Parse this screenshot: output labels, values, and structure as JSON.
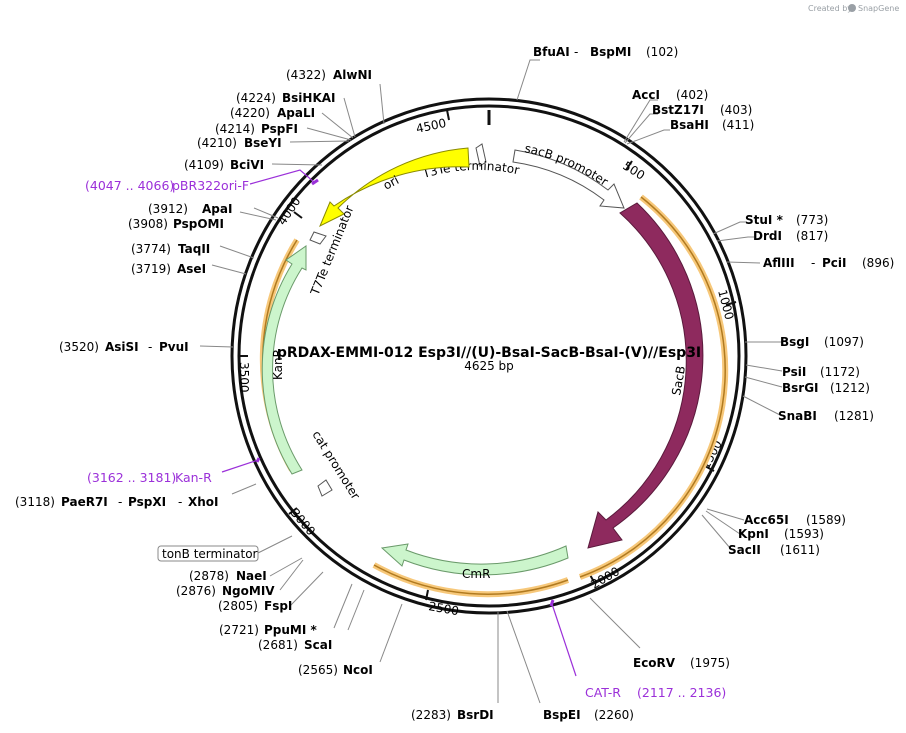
{
  "watermark": {
    "created_by": "Created by",
    "brand": "SnapGene"
  },
  "plasmid": {
    "name": "pRDAX-EMMI-012   Esp3I//(U)-BsaI-SacB-BsaI-(V)//Esp3I",
    "size": "4625 bp"
  },
  "ruler": [
    "500",
    "1000",
    "1500",
    "2000",
    "2500",
    "3000",
    "3500",
    "4000",
    "4500"
  ],
  "features": {
    "ori": "ori",
    "t3te": "T3Te terminator",
    "sacb_promoter": "sacB promoter",
    "sacb": "SacB",
    "cmr": "CmR",
    "cat_promoter": "cat promoter",
    "kanr": "KanR",
    "t7te": "T7Te terminator",
    "tonb": "tonB terminator"
  },
  "primers": [
    {
      "name": "pBR322ori-F",
      "pos": "(4047 .. 4066)"
    },
    {
      "name": "Kan-R",
      "pos": "(3162 .. 3181)"
    },
    {
      "name": "CAT-R",
      "pos": "(2117 .. 2136)"
    }
  ],
  "sites": [
    {
      "name": "BfuAI",
      "name2": "BspMI",
      "pos": "(102)"
    },
    {
      "name": "AccI",
      "pos": "(402)"
    },
    {
      "name": "BstZ17I",
      "pos": "(403)"
    },
    {
      "name": "BsaHI",
      "pos": "(411)"
    },
    {
      "name": "StuI *",
      "pos": "(773)"
    },
    {
      "name": "DrdI",
      "pos": "(817)"
    },
    {
      "name": "AflIII",
      "name2": "PciI",
      "pos": "(896)"
    },
    {
      "name": "BsgI",
      "pos": "(1097)"
    },
    {
      "name": "PsiI",
      "pos": "(1172)"
    },
    {
      "name": "BsrGI",
      "pos": "(1212)"
    },
    {
      "name": "SnaBI",
      "pos": "(1281)"
    },
    {
      "name": "Acc65I",
      "pos": "(1589)"
    },
    {
      "name": "KpnI",
      "pos": "(1593)"
    },
    {
      "name": "SacII",
      "pos": "(1611)"
    },
    {
      "name": "EcoRV",
      "pos": "(1975)"
    },
    {
      "name": "BspEI",
      "pos": "(2260)"
    },
    {
      "name": "BsrDI",
      "pos": "(2283)"
    },
    {
      "name": "NcoI",
      "pos": "(2565)"
    },
    {
      "name": "ScaI",
      "pos": "(2681)"
    },
    {
      "name": "PpuMI *",
      "pos": "(2721)"
    },
    {
      "name": "FspI",
      "pos": "(2805)"
    },
    {
      "name": "NgoMIV",
      "pos": "(2876)"
    },
    {
      "name": "NaeI",
      "pos": "(2878)"
    },
    {
      "name": "PaeR7I",
      "name2": "PspXI",
      "name3": "XhoI",
      "pos": "(3118)"
    },
    {
      "name": "AsiSI",
      "name2": "PvuI",
      "pos": "(3520)"
    },
    {
      "name": "AseI",
      "pos": "(3719)"
    },
    {
      "name": "TaqII",
      "pos": "(3774)"
    },
    {
      "name": "PspOMI",
      "pos": "(3908)"
    },
    {
      "name": "ApaI",
      "pos": "(3912)"
    },
    {
      "name": "BciVI",
      "pos": "(4109)"
    },
    {
      "name": "BseYI",
      "pos": "(4210)"
    },
    {
      "name": "PspFI",
      "pos": "(4214)"
    },
    {
      "name": "ApaLI",
      "pos": "(4220)"
    },
    {
      "name": "BsiHKAI",
      "pos": "(4224)"
    },
    {
      "name": "AlwNI",
      "pos": "(4322)"
    }
  ],
  "colors": {
    "backbone": "#111111",
    "sacb": "#8e2a5e",
    "marker": "#ccf5cc",
    "ori": "#ffff00",
    "highlight": "#f7c87a",
    "primer": "#9b30d9"
  }
}
